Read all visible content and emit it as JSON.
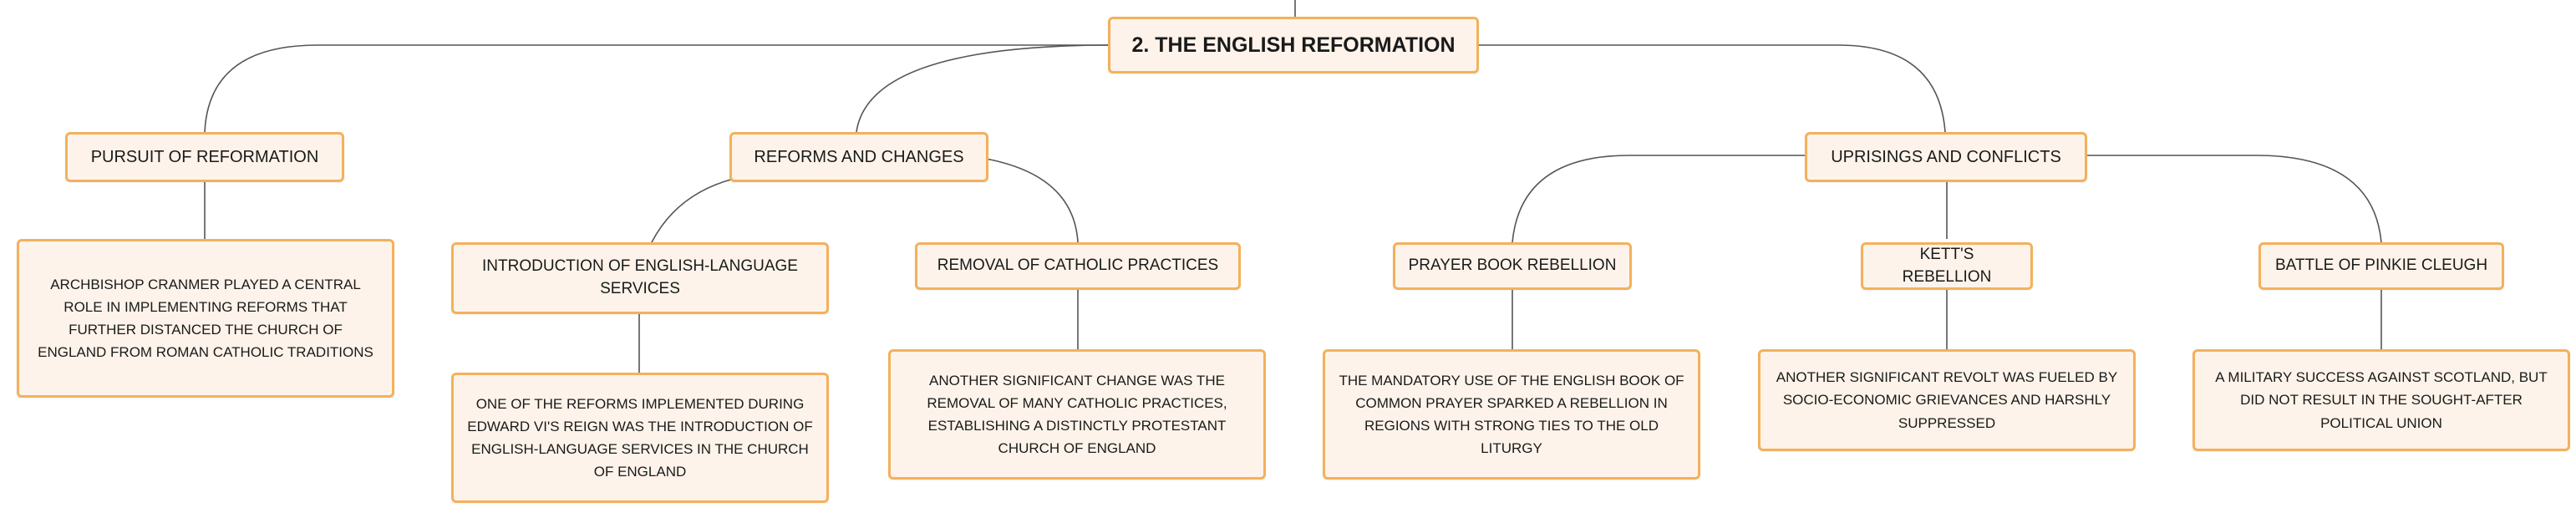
{
  "central_topic": "2. THE ENGLISH REFORMATION",
  "branches": [
    {
      "label": "PURSUIT OF REFORMATION",
      "detail": "ARCHBISHOP CRANMER PLAYED A CENTRAL ROLE IN IMPLEMENTING REFORMS THAT FURTHER DISTANCED THE CHURCH OF ENGLAND FROM ROMAN CATHOLIC TRADITIONS"
    },
    {
      "label": "REFORMS AND CHANGES",
      "children": [
        {
          "label": "INTRODUCTION OF ENGLISH-LANGUAGE SERVICES",
          "detail": "ONE OF THE REFORMS IMPLEMENTED DURING EDWARD VI'S REIGN WAS THE INTRODUCTION OF ENGLISH-LANGUAGE SERVICES IN THE CHURCH OF ENGLAND"
        },
        {
          "label": "REMOVAL OF CATHOLIC PRACTICES",
          "detail": "ANOTHER SIGNIFICANT CHANGE WAS THE REMOVAL OF MANY CATHOLIC PRACTICES, ESTABLISHING A DISTINCTLY PROTESTANT CHURCH OF ENGLAND"
        }
      ]
    },
    {
      "label": "UPRISINGS AND CONFLICTS",
      "children": [
        {
          "label": "PRAYER BOOK REBELLION",
          "detail": "THE MANDATORY USE OF THE ENGLISH BOOK OF COMMON PRAYER SPARKED A REBELLION IN REGIONS WITH STRONG TIES TO THE OLD LITURGY"
        },
        {
          "label": "KETT'S REBELLION",
          "detail": "ANOTHER SIGNIFICANT REVOLT WAS FUELED BY SOCIO-ECONOMIC GRIEVANCES AND HARSHLY SUPPRESSED"
        },
        {
          "label": "BATTLE OF PINKIE CLEUGH",
          "detail": "A MILITARY SUCCESS AGAINST SCOTLAND, BUT DID NOT RESULT IN THE SOUGHT-AFTER POLITICAL UNION"
        }
      ]
    }
  ],
  "colors": {
    "node_fill": "#fdf3ea",
    "node_border": "#f3b15c",
    "connector": "#555555",
    "text": "#1a1a1a"
  }
}
